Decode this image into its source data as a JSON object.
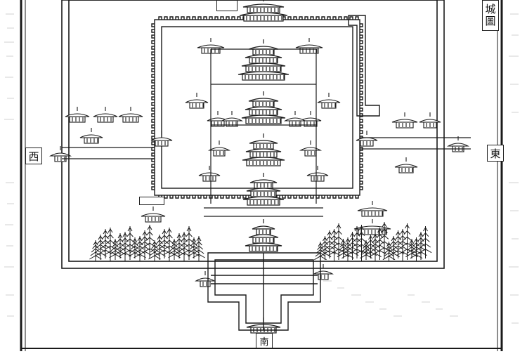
{
  "map": {
    "labels": {
      "title": "城圖",
      "west": "西",
      "east": "東",
      "south": "南",
      "north": "",
      "small_plaque": ""
    },
    "colors": {
      "ink": "#1a1a1a",
      "paper": "#ffffff",
      "ghost_text": "#d6d6d6"
    }
  }
}
